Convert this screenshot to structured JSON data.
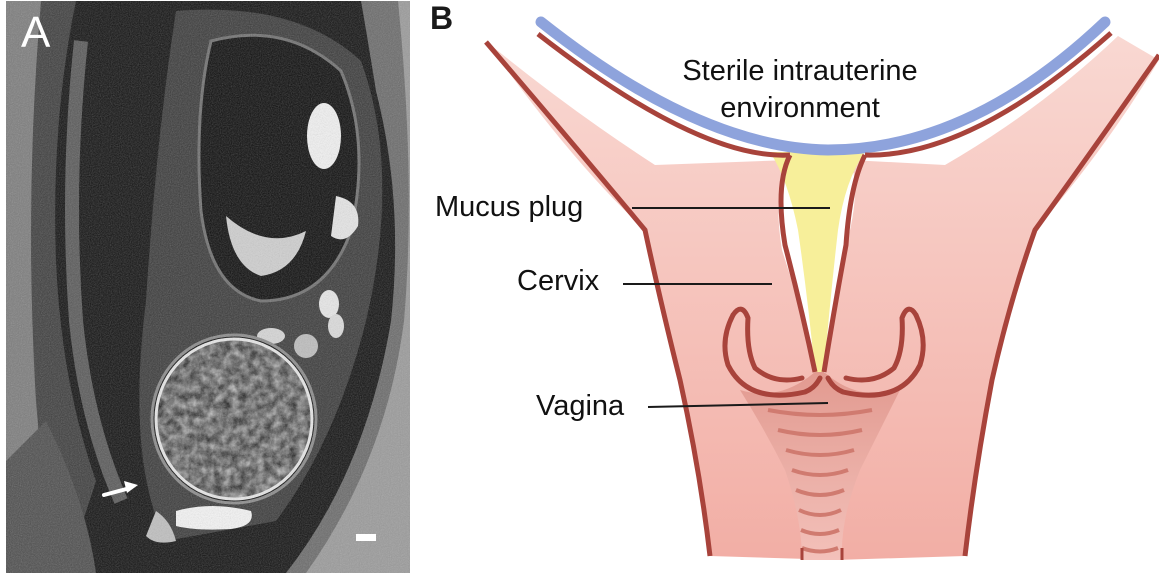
{
  "figure": {
    "panel_a": {
      "letter": "A"
    },
    "panel_b": {
      "letter": "B",
      "labels": {
        "sterile_line1": "Sterile intrauterine",
        "sterile_line2": "environment",
        "mucus_plug": "Mucus plug",
        "cervix": "Cervix",
        "vagina": "Vagina"
      }
    }
  },
  "colors": {
    "uterine_wall_outline": "#a8433b",
    "membrane_blue": "#8ea3dc",
    "tissue_pink": "#f6c3bd",
    "mucus_yellow": "#f7ef9a",
    "vaginal_rugae": "#d88a7e",
    "mri_background": "#111111"
  },
  "icons": {
    "arrow": "white-arrow-icon",
    "scale_bar": "scale-bar-icon"
  }
}
